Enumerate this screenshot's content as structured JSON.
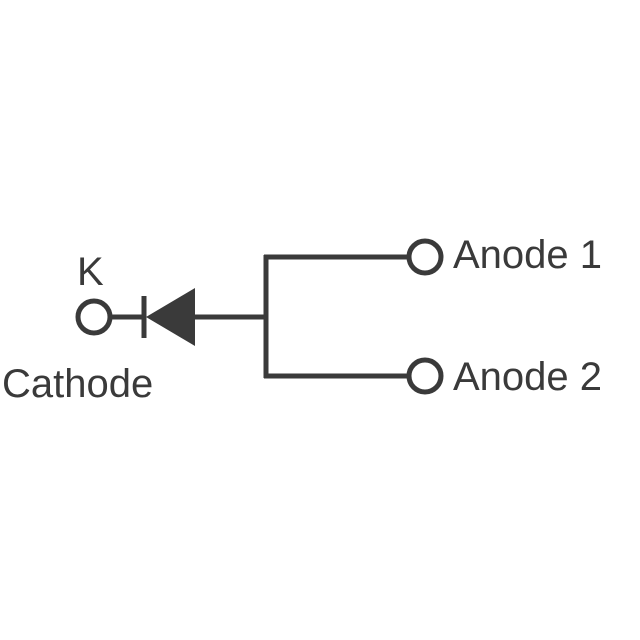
{
  "diagram": {
    "terminals": {
      "cathode_letter": "K",
      "cathode_name": "Cathode",
      "anode1": "Anode 1",
      "anode2": "Anode 2"
    },
    "colors": {
      "stroke": "#3a3a3a",
      "background": "#ffffff"
    },
    "symbols": {
      "diode": "diode-icon",
      "terminal": "open-circle-terminal-icon"
    }
  }
}
